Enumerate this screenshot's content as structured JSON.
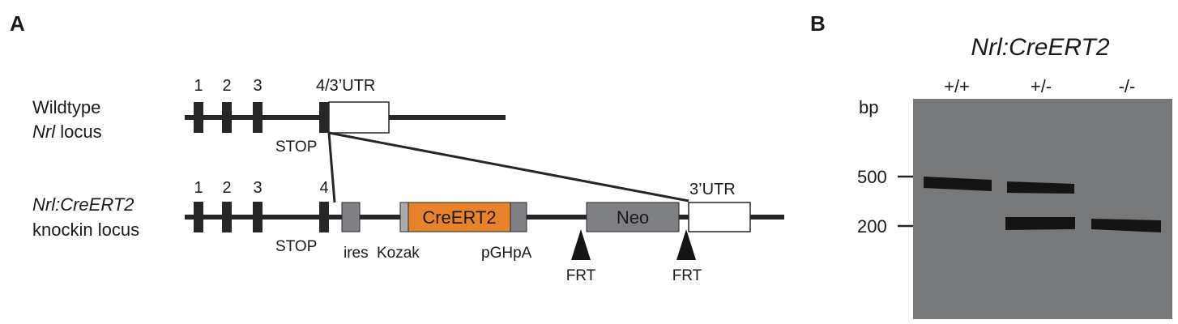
{
  "panels": {
    "a": "A",
    "b": "B"
  },
  "wildtype": {
    "label_line1": "Wildtype",
    "label_gene": "Nrl",
    "label_rest": " locus",
    "exons": [
      "1",
      "2",
      "3",
      "4/3’UTR"
    ],
    "stop": "STOP"
  },
  "knockin": {
    "label_gene": "Nrl:CreERT2",
    "label_line2": "knockin locus",
    "exons": [
      "1",
      "2",
      "3",
      "4"
    ],
    "stop": "STOP",
    "ires": "ires",
    "kozak": "Kozak",
    "cre": "CreERT2",
    "pghpa": "pGHpA",
    "neo": "Neo",
    "frt1": "FRT",
    "frt2": "FRT",
    "utr": "3’UTR"
  },
  "gel": {
    "title": "Nrl:CreERT2",
    "lanes": [
      "+/+",
      "+/-",
      "-/-"
    ],
    "bp_label": "bp",
    "markers": [
      "500",
      "200"
    ]
  },
  "colors": {
    "line": "#262626",
    "cre": "#e8832a",
    "grey_box": "#7f8083",
    "light_grey": "#a9abad",
    "gel_bg": "#777879",
    "gel_band": "#141414"
  }
}
